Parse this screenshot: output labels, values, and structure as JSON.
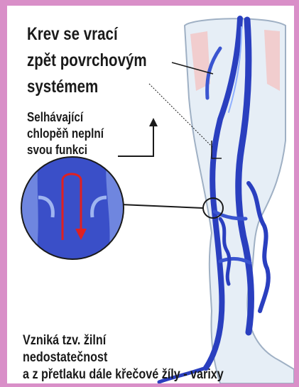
{
  "heading": {
    "lines": [
      "Krev se vrací",
      "zpět povrchovým",
      "systémem"
    ]
  },
  "valve_note": {
    "lines": [
      "Selhávající",
      "chlopěň neplní",
      "svou funkci"
    ]
  },
  "footer": {
    "lines": [
      "Vzniká tzv. žilní",
      "nedostatečnost",
      "a z přetlaku dále křečové žíly - varixy"
    ]
  },
  "colors": {
    "frame": "#d98fc8",
    "vein": "#2a3fbf",
    "vein_light": "#5a7fe0",
    "leg_skin": "#e6eef6",
    "muscle_pink": "#f2c7c7",
    "flow_arrow": "#e02020"
  }
}
